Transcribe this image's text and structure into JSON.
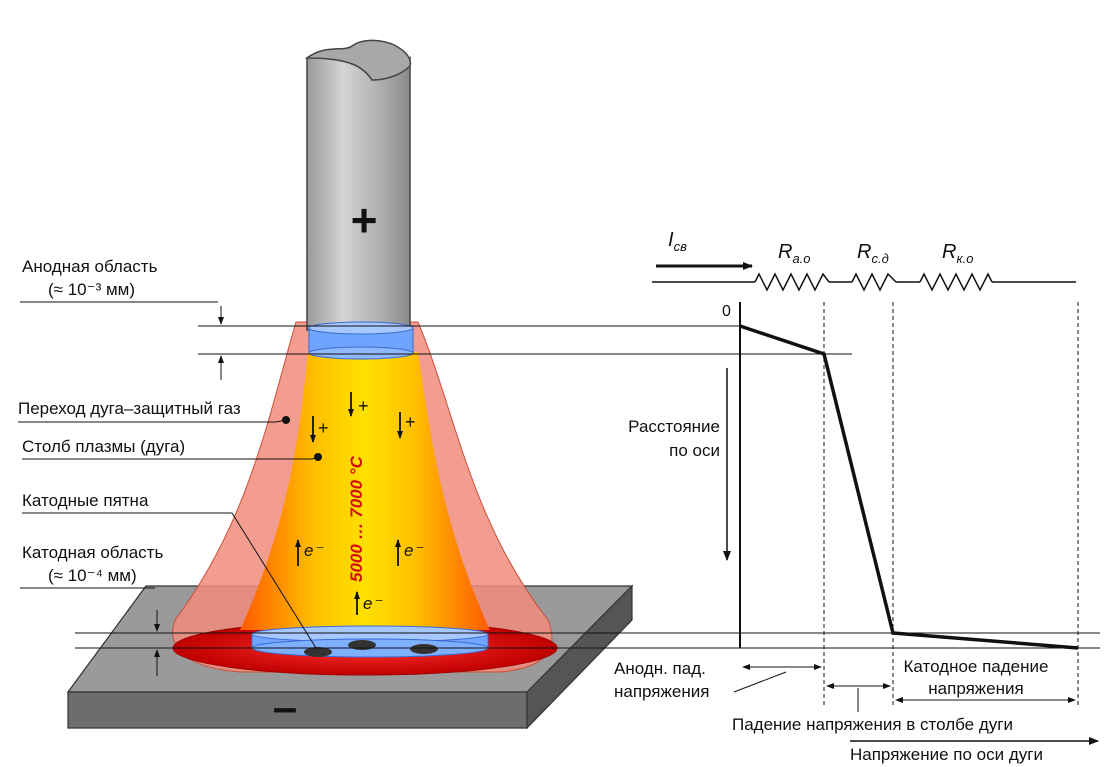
{
  "diagram": {
    "electrode_sign": "+",
    "workpiece_sign": "–",
    "temperature_text": "5000 … 7000 °C",
    "plus_marks": [
      "+",
      "+",
      "+"
    ],
    "electron_marks": [
      "e⁻",
      "e⁻",
      "e⁻"
    ],
    "colors": {
      "electrode": "#b5b5b5",
      "plate": "#8c8c8c",
      "arc_core": "#ffd400",
      "arc_edge": "#ff6a00",
      "shield_gas": "#f08c7c",
      "cathode_ring": "#e01010",
      "contact_blue": "#7fb0ff",
      "temperature": "#d01010"
    }
  },
  "left_labels": {
    "anode_region": "Анодная область",
    "anode_size": "(≈ 10⁻³ мм)",
    "transition": "Переход дуга–защитный газ",
    "plasma_column": "Столб плазмы (дуга)",
    "cathode_spots": "Катодные пятна",
    "cathode_region": "Катодная область",
    "cathode_size": "(≈ 10⁻⁴ мм)"
  },
  "circuit": {
    "current": "I",
    "current_sub": "св",
    "resistors": [
      {
        "symbol": "R",
        "sub": "а.о"
      },
      {
        "symbol": "R",
        "sub": "с.д"
      },
      {
        "symbol": "R",
        "sub": "к.о"
      }
    ]
  },
  "graph": {
    "zero_label": "0",
    "distance_axis": [
      "Расстояние",
      "по оси"
    ],
    "anode_drop": [
      "Анодн. пад.",
      "напряжения"
    ],
    "cathode_drop": [
      "Катодное падение",
      "напряжения"
    ],
    "column_drop": "Падение напряжения в столбе дуги",
    "voltage_axis": "Напряжение по оси дуги"
  }
}
